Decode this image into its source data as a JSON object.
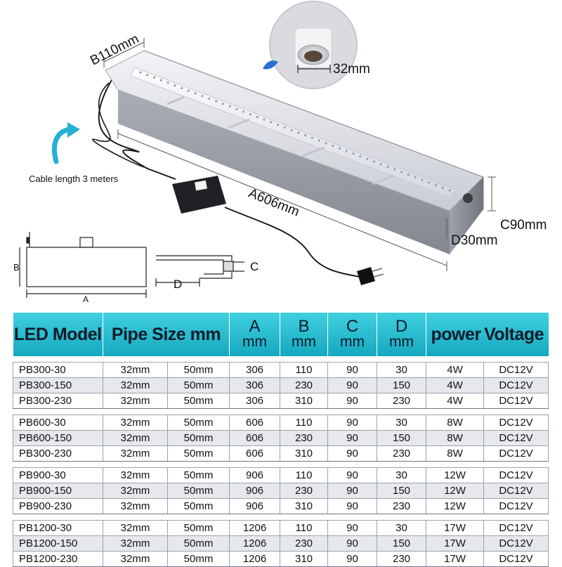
{
  "figure": {
    "dim_b": "B110mm",
    "dim_a": "A606mm",
    "dim_c": "C90mm",
    "dim_d": "D30mm",
    "pipe_size": "32mm",
    "cable_note": "Cable length 3 meters",
    "sketch_side_a": "A",
    "sketch_side_b": "B",
    "sketch_pipe_c": "C",
    "sketch_pipe_d": "D"
  },
  "table": {
    "headers": {
      "model": "LED Model",
      "pipe": "Pipe Size mm",
      "a": "A",
      "b": "B",
      "c": "C",
      "d": "D",
      "unit": "mm",
      "power": "power",
      "voltage": "Voltage"
    },
    "groups": [
      {
        "rows": [
          {
            "model": "PB300-30",
            "pipe1": "32mm",
            "pipe2": "50mm",
            "a": "306",
            "b": "110",
            "c": "90",
            "d": "30",
            "power": "4W",
            "voltage": "DC12V"
          },
          {
            "model": "PB300-150",
            "pipe1": "32mm",
            "pipe2": "50mm",
            "a": "306",
            "b": "230",
            "c": "90",
            "d": "150",
            "power": "4W",
            "voltage": "DC12V"
          },
          {
            "model": "PB300-230",
            "pipe1": "32mm",
            "pipe2": "50mm",
            "a": "306",
            "b": "310",
            "c": "90",
            "d": "230",
            "power": "4W",
            "voltage": "DC12V"
          }
        ]
      },
      {
        "rows": [
          {
            "model": "PB600-30",
            "pipe1": "32mm",
            "pipe2": "50mm",
            "a": "606",
            "b": "110",
            "c": "90",
            "d": "30",
            "power": "8W",
            "voltage": "DC12V"
          },
          {
            "model": "PB600-150",
            "pipe1": "32mm",
            "pipe2": "50mm",
            "a": "606",
            "b": "230",
            "c": "90",
            "d": "150",
            "power": "8W",
            "voltage": "DC12V"
          },
          {
            "model": "PB300-230",
            "pipe1": "32mm",
            "pipe2": "50mm",
            "a": "606",
            "b": "310",
            "c": "90",
            "d": "230",
            "power": "8W",
            "voltage": "DC12V"
          }
        ]
      },
      {
        "rows": [
          {
            "model": "PB900-30",
            "pipe1": "32mm",
            "pipe2": "50mm",
            "a": "906",
            "b": "110",
            "c": "90",
            "d": "30",
            "power": "12W",
            "voltage": "DC12V"
          },
          {
            "model": "PB900-150",
            "pipe1": "32mm",
            "pipe2": "50mm",
            "a": "906",
            "b": "230",
            "c": "90",
            "d": "150",
            "power": "12W",
            "voltage": "DC12V"
          },
          {
            "model": "PB900-230",
            "pipe1": "32mm",
            "pipe2": "50mm",
            "a": "906",
            "b": "310",
            "c": "90",
            "d": "230",
            "power": "12W",
            "voltage": "DC12V"
          }
        ]
      },
      {
        "rows": [
          {
            "model": "PB1200-30",
            "pipe1": "32mm",
            "pipe2": "50mm",
            "a": "1206",
            "b": "110",
            "c": "90",
            "d": "30",
            "power": "17W",
            "voltage": "DC12V"
          },
          {
            "model": "PB1200-150",
            "pipe1": "32mm",
            "pipe2": "50mm",
            "a": "1206",
            "b": "230",
            "c": "90",
            "d": "150",
            "power": "17W",
            "voltage": "DC12V"
          },
          {
            "model": "PB1200-230",
            "pipe1": "32mm",
            "pipe2": "50mm",
            "a": "1206",
            "b": "310",
            "c": "90",
            "d": "230",
            "power": "17W",
            "voltage": "DC12V"
          }
        ]
      }
    ]
  },
  "colors": {
    "header_accent": "#16a8bf",
    "zebra_row": "#e6e8eb",
    "cable_arrow": "#27b0d6"
  }
}
